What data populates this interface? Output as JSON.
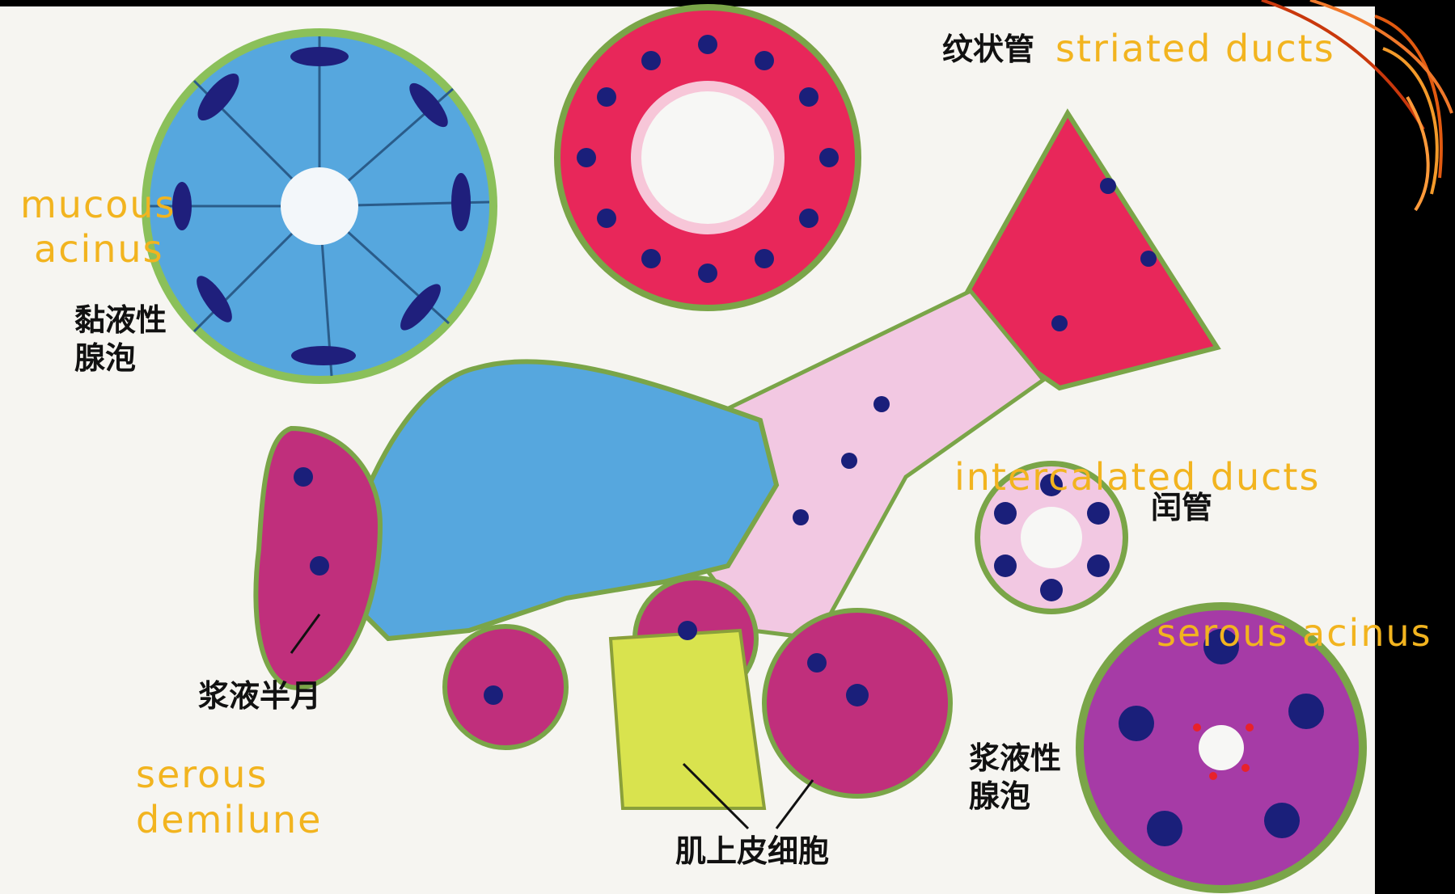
{
  "labels": {
    "striated_ducts": {
      "cn": "纹状管",
      "en": "striated ducts"
    },
    "mucous_acinus": {
      "cn_line1": "黏液性",
      "cn_line2": "腺泡",
      "en_line1": "mucous",
      "en_line2": "acinus"
    },
    "intercalated_ducts": {
      "cn": "闰管",
      "en": "intercalated ducts"
    },
    "serous_acinus": {
      "cn_line1": "浆液性",
      "cn_line2": "腺泡",
      "en": "serous acinus"
    },
    "serous_demilune": {
      "cn": "浆液半月",
      "en_line1": "serous",
      "en_line2": "demilune"
    },
    "myoepithelial_cell": {
      "cn": "肌上皮细胞"
    }
  },
  "colors": {
    "background": "#000000",
    "plate": "#f6f5f1",
    "english_label": "#f2b41f",
    "mucous_cell": "#56a7de",
    "striated_cell": "#e8275a",
    "intercalated_cell": "#f2c8e2",
    "serous_cell": "#a63ba6",
    "myoepithelial": "#d9e34e",
    "nucleus": "#1a1f7a",
    "basement_membrane": "#6a9c3a"
  }
}
